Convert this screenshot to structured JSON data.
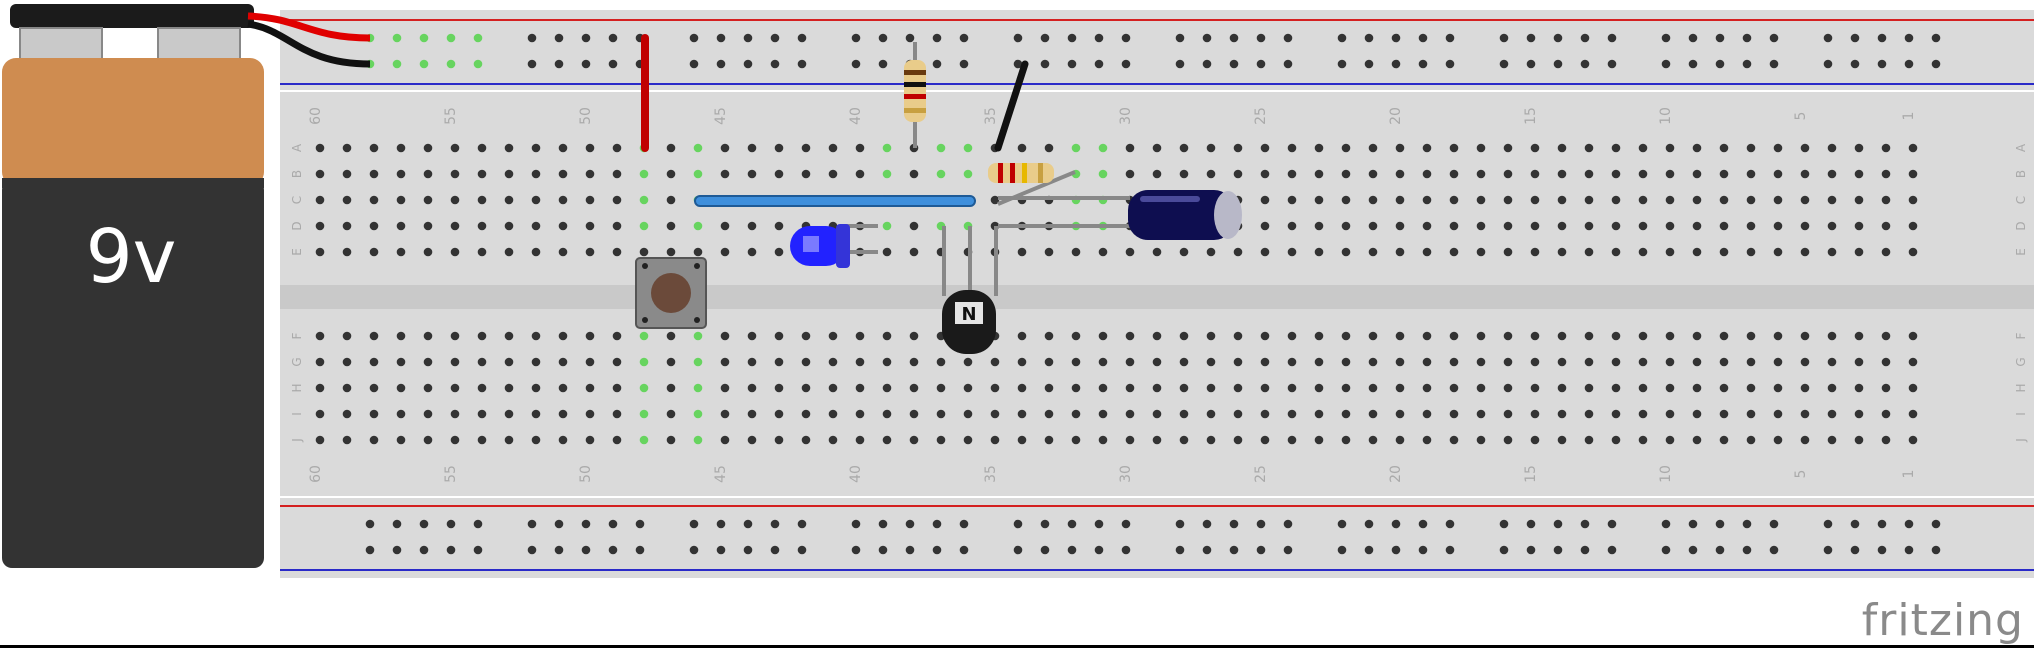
{
  "battery": {
    "label": "9v"
  },
  "breadboard": {
    "columns": 60,
    "col_numbers": [
      "60",
      "55",
      "50",
      "45",
      "40",
      "35",
      "30",
      "25",
      "20",
      "15",
      "10",
      "5",
      "1"
    ],
    "row_letters_top": [
      "A",
      "B",
      "C",
      "D",
      "E"
    ],
    "row_letters_bottom": [
      "F",
      "G",
      "H",
      "I",
      "J"
    ]
  },
  "colors": {
    "board": "#dadada",
    "hole": "#333333",
    "hole_active": "#67d45f",
    "rail_red": "#d42020",
    "rail_blue": "#2a2ac8",
    "wire_red": "#c00000",
    "wire_black": "#111111",
    "wire_blue": "#3e8fdc",
    "led": "#2222ff",
    "capacitor": "#0e0e50"
  },
  "components": [
    {
      "name": "battery-9v-icon"
    },
    {
      "name": "push-button-icon"
    },
    {
      "name": "blue-led-icon"
    },
    {
      "name": "npn-transistor-icon"
    },
    {
      "name": "electrolytic-capacitor-icon"
    },
    {
      "name": "resistor-vertical-icon"
    },
    {
      "name": "resistor-horizontal-icon"
    }
  ],
  "watermark": "fritzing"
}
